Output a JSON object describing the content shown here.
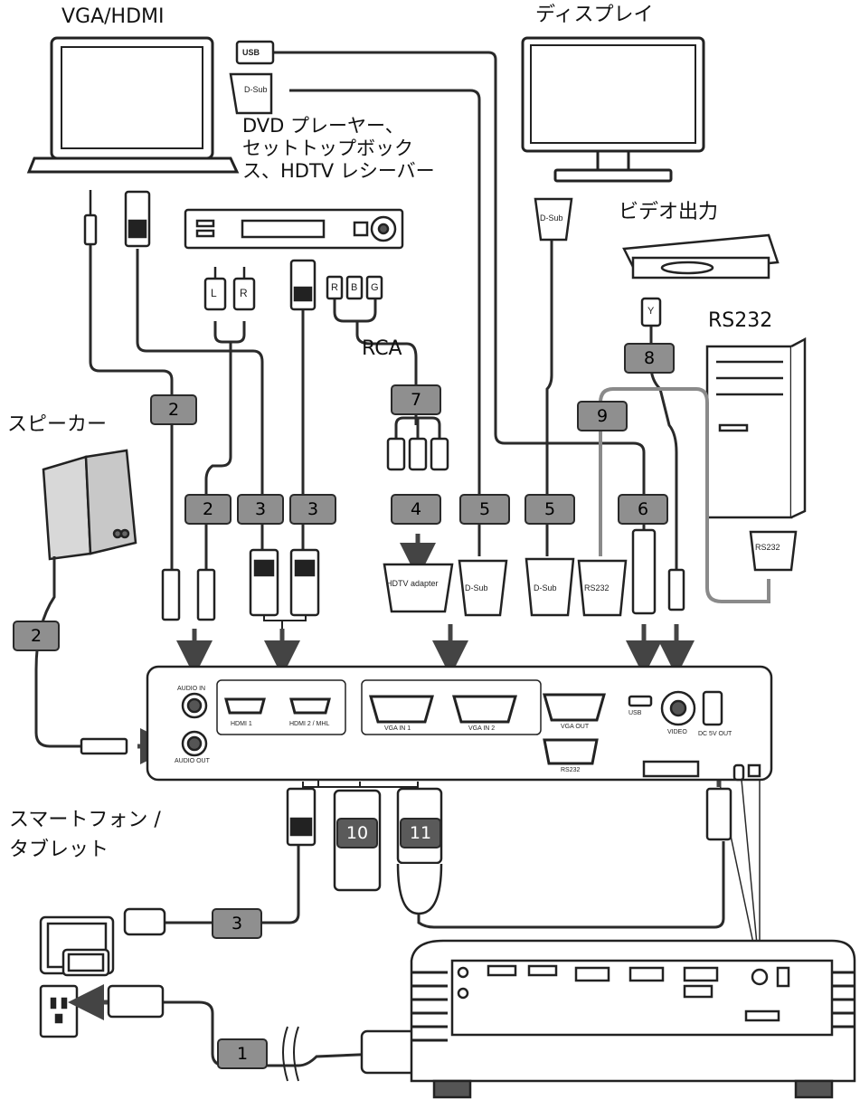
{
  "labels": {
    "vga_hdmi": "VGA/HDMI",
    "display": "ディスプレイ",
    "dvd": "DVD プレーヤー、\nセットトップボック\nス、HDTV レシーバー",
    "video_out": "ビデオ出力",
    "rs232": "RS232",
    "rca": "RCA",
    "speaker": "スピーカー",
    "smartphone": "スマートフォン /\nタブレット"
  },
  "connectors": {
    "usb": "USB",
    "dsub": "D-Sub",
    "dsub_mon": "D-Sub",
    "rs232": "RS232",
    "hdtv_adapter": "HDTV adapter",
    "audio_l": "L",
    "audio_r": "R",
    "rca_r": "R",
    "rca_b": "B",
    "rca_g": "G",
    "video_y": "Y"
  },
  "panel": {
    "audio_in": "AUDIO IN",
    "audio_out": "AUDIO OUT",
    "hdmi1": "HDMI 1",
    "hdmi2": "HDMI 2 / MHL",
    "vga_in1": "VGA IN 1",
    "vga_in2": "VGA IN 2",
    "vga_out": "VGA OUT",
    "rs232": "RS232",
    "usb": "USB",
    "video": "VIDEO",
    "dc_out": "DC 5V OUT"
  },
  "callouts": [
    {
      "id": "c-1",
      "text": "1"
    },
    {
      "id": "c-2a",
      "text": "2"
    },
    {
      "id": "c-2b",
      "text": "2"
    },
    {
      "id": "c-2c",
      "text": "2"
    },
    {
      "id": "c-3a",
      "text": "3"
    },
    {
      "id": "c-3b",
      "text": "3"
    },
    {
      "id": "c-3c",
      "text": "3"
    },
    {
      "id": "c-4",
      "text": "4"
    },
    {
      "id": "c-5a",
      "text": "5"
    },
    {
      "id": "c-5b",
      "text": "5"
    },
    {
      "id": "c-6",
      "text": "6"
    },
    {
      "id": "c-7",
      "text": "7"
    },
    {
      "id": "c-8",
      "text": "8"
    },
    {
      "id": "c-9",
      "text": "9"
    },
    {
      "id": "c-10",
      "text": "10"
    },
    {
      "id": "c-11",
      "text": "11"
    }
  ]
}
